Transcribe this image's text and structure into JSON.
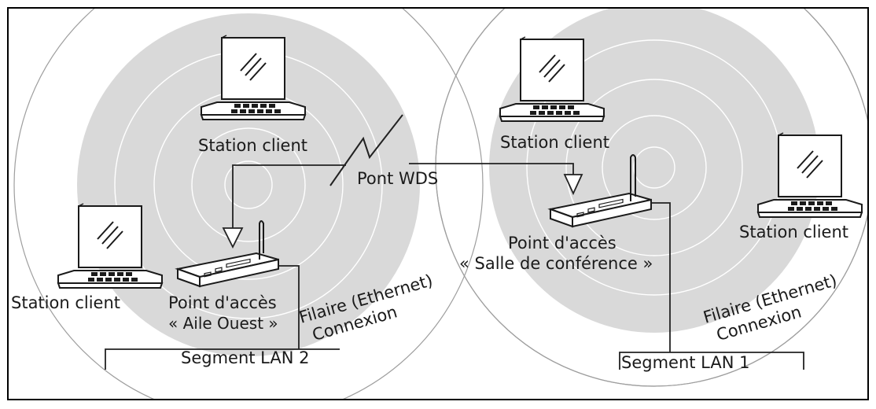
{
  "diagram": {
    "title": "",
    "colors": {
      "coverage_fill": "#d9d9d9",
      "ring_stroke": "#ffffff",
      "outer_ring": "#9e9e9e",
      "line": "#222222",
      "frame": "#000000"
    },
    "labels": {
      "client_top_left": "Station client",
      "client_top_right": "Station client",
      "client_left": "Station client",
      "client_right": "Station client",
      "ap_west_name": "Point d'accès",
      "ap_west_sub": "« Aile Ouest »",
      "ap_conf_name": "Point d'accès",
      "ap_conf_sub": "« Salle de conférence »",
      "wds_bridge": "Pont WDS",
      "wired_left_line1": "Filaire (Ethernet)",
      "wired_left_line2": "Connexion",
      "wired_right_line1": "Filaire (Ethernet)",
      "wired_right_line2": "Connexion",
      "lan2": "Segment LAN 2",
      "lan1": "Segment LAN 1"
    },
    "icons": {
      "laptop": "laptop-icon",
      "access_point": "access-point-icon",
      "antenna": "antenna-icon",
      "signal_arrow": "signal-arrow-icon",
      "wireless_bolt": "wireless-link-icon"
    }
  }
}
